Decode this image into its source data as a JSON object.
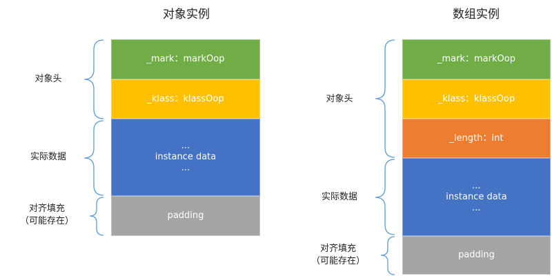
{
  "colors": {
    "mark": "#70ad47",
    "klass": "#ffc000",
    "length": "#ed7d31",
    "instance": "#4472c4",
    "padding": "#a5a5a5",
    "brace": "#5b9bd5"
  },
  "object_instance": {
    "title": "对象实例",
    "blocks": {
      "mark": "_mark：markOop",
      "klass": "_klass：klassOop",
      "instance": [
        "...",
        "instance data",
        "..."
      ],
      "padding": "padding"
    },
    "labels": {
      "header": "对象头",
      "data": "实际数据",
      "padding_line1": "对齐填充",
      "padding_line2": "（可能存在）"
    }
  },
  "array_instance": {
    "title": "数组实例",
    "blocks": {
      "mark": "_mark：markOop",
      "klass": "_klass：klassOop",
      "length": "_length：int",
      "instance": [
        "...",
        "instance data",
        "..."
      ],
      "padding": "padding"
    },
    "labels": {
      "header": "对象头",
      "data": "实际数据",
      "padding_line1": "对齐填充",
      "padding_line2": "（可能存在）"
    }
  }
}
